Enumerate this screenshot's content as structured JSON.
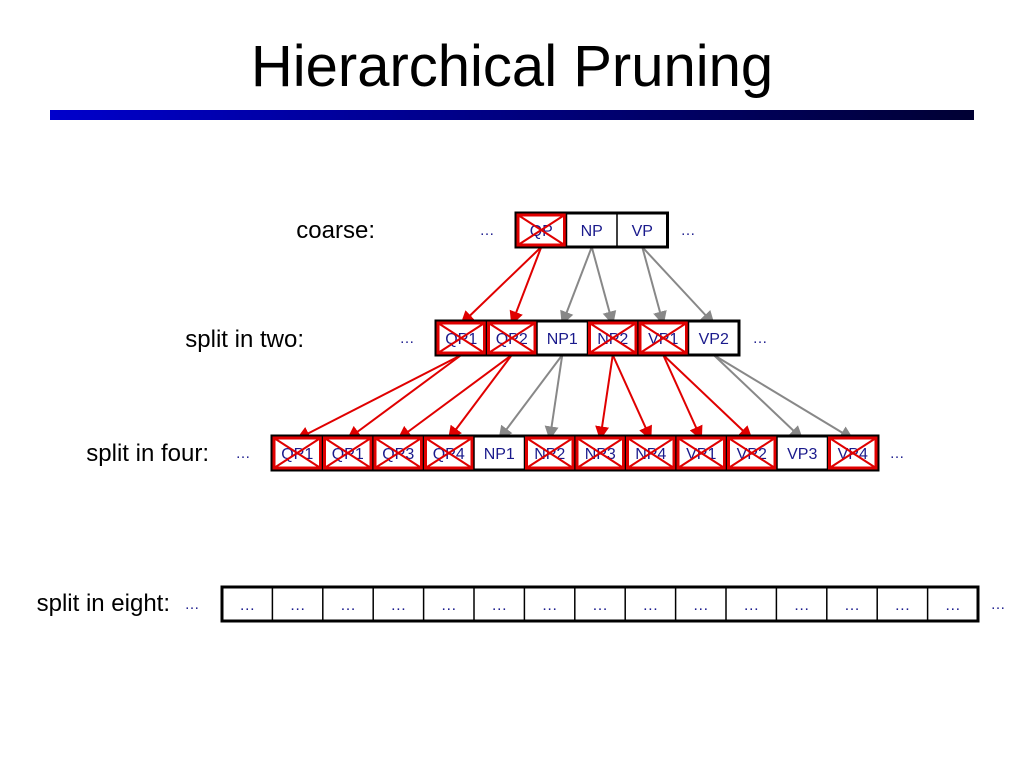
{
  "title": "Hierarchical Pruning",
  "ellipsis": "…",
  "colors": {
    "title_rule_start": "#0000cc",
    "title_rule_end": "#000033",
    "cell_text": "#1a1a8c",
    "pruned": "#e00000",
    "kept_arrow": "#888888"
  },
  "rows": [
    {
      "label": "coarse:",
      "cells": [
        {
          "text": "QP",
          "pruned": true
        },
        {
          "text": "NP",
          "pruned": false
        },
        {
          "text": "VP",
          "pruned": false
        }
      ]
    },
    {
      "label": "split in two:",
      "cells": [
        {
          "text": "QP1",
          "pruned": true
        },
        {
          "text": "QP2",
          "pruned": true
        },
        {
          "text": "NP1",
          "pruned": false
        },
        {
          "text": "NP2",
          "pruned": true
        },
        {
          "text": "VP1",
          "pruned": true
        },
        {
          "text": "VP2",
          "pruned": false
        }
      ]
    },
    {
      "label": "split in four:",
      "cells": [
        {
          "text": "QP1",
          "pruned": true
        },
        {
          "text": "QP1",
          "pruned": true
        },
        {
          "text": "QP3",
          "pruned": true
        },
        {
          "text": "QP4",
          "pruned": true
        },
        {
          "text": "NP1",
          "pruned": false
        },
        {
          "text": "NP2",
          "pruned": true
        },
        {
          "text": "NP3",
          "pruned": true
        },
        {
          "text": "NP4",
          "pruned": true
        },
        {
          "text": "VP1",
          "pruned": true
        },
        {
          "text": "VP2",
          "pruned": true
        },
        {
          "text": "VP3",
          "pruned": false
        },
        {
          "text": "VP4",
          "pruned": true
        }
      ]
    },
    {
      "label": "split in eight:",
      "cells": [
        {
          "text": "…",
          "pruned": false
        },
        {
          "text": "…",
          "pruned": false
        },
        {
          "text": "…",
          "pruned": false
        },
        {
          "text": "…",
          "pruned": false
        },
        {
          "text": "…",
          "pruned": false
        },
        {
          "text": "…",
          "pruned": false
        },
        {
          "text": "…",
          "pruned": false
        },
        {
          "text": "…",
          "pruned": false
        },
        {
          "text": "…",
          "pruned": false
        },
        {
          "text": "…",
          "pruned": false
        },
        {
          "text": "…",
          "pruned": false
        },
        {
          "text": "…",
          "pruned": false
        },
        {
          "text": "…",
          "pruned": false
        },
        {
          "text": "…",
          "pruned": false
        },
        {
          "text": "…",
          "pruned": false
        }
      ]
    }
  ],
  "edges": [
    {
      "from_row": 0,
      "from": 0,
      "to": [
        0,
        1
      ],
      "pruned": true
    },
    {
      "from_row": 0,
      "from": 1,
      "to": [
        2,
        3
      ],
      "pruned": false
    },
    {
      "from_row": 0,
      "from": 2,
      "to": [
        4,
        5
      ],
      "pruned": false
    },
    {
      "from_row": 1,
      "from": 0,
      "to": [
        0,
        1
      ],
      "pruned": true
    },
    {
      "from_row": 1,
      "from": 1,
      "to": [
        2,
        3
      ],
      "pruned": true
    },
    {
      "from_row": 1,
      "from": 2,
      "to": [
        4,
        5
      ],
      "pruned": false
    },
    {
      "from_row": 1,
      "from": 3,
      "to": [
        6,
        7
      ],
      "pruned": true
    },
    {
      "from_row": 1,
      "from": 4,
      "to": [
        8,
        9
      ],
      "pruned": true
    },
    {
      "from_row": 1,
      "from": 5,
      "to": [
        10,
        11
      ],
      "pruned": false
    }
  ]
}
